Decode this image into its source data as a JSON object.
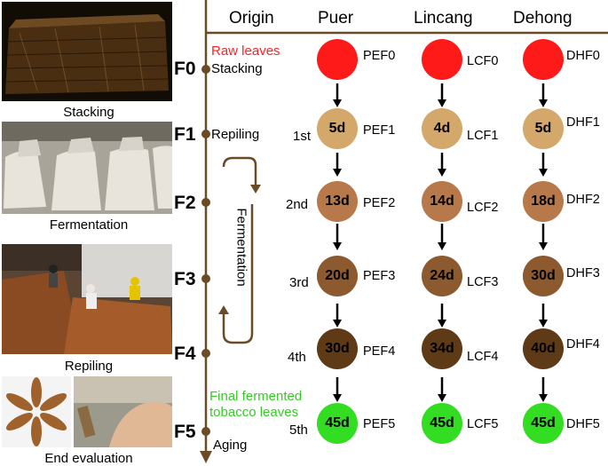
{
  "photos": [
    {
      "label": "Stacking"
    },
    {
      "label": "Fermentation"
    },
    {
      "label": "Repiling"
    },
    {
      "label": "End evaluation"
    }
  ],
  "header": {
    "origin": "Origin",
    "puer": "Puer",
    "lincang": "Lincang",
    "dehong": "Dehong"
  },
  "stages": [
    "F0",
    "F1",
    "F2",
    "F3",
    "F4",
    "F5"
  ],
  "steps": {
    "stacking": "Stacking",
    "repiling": "Repiling",
    "aging": "Aging"
  },
  "legend": {
    "raw": "Raw leaves",
    "final_line1": "Final fermented",
    "final_line2": "tobacco leaves"
  },
  "cycle_label": "Fermentation",
  "rounds": [
    "1st",
    "2nd",
    "3rd",
    "4th",
    "5th"
  ],
  "colors": {
    "raw": "#ff1a1a",
    "f1": "#d4a76a",
    "f2": "#b8794a",
    "f3": "#8c5a2e",
    "f4": "#5e3a17",
    "final": "#33dd22",
    "axis": "#6b4a26",
    "legend_raw": "#ff2222",
    "legend_final": "#33cc22"
  },
  "nodes": {
    "puer": [
      {
        "d": "",
        "label": "PEF0"
      },
      {
        "d": "5d",
        "label": "PEF1"
      },
      {
        "d": "13d",
        "label": "PEF2"
      },
      {
        "d": "20d",
        "label": "PEF3"
      },
      {
        "d": "30d",
        "label": "PEF4"
      },
      {
        "d": "45d",
        "label": "PEF5"
      }
    ],
    "lincang": [
      {
        "d": "",
        "label": "LCF0"
      },
      {
        "d": "4d",
        "label": "LCF1"
      },
      {
        "d": "14d",
        "label": "LCF2"
      },
      {
        "d": "24d",
        "label": "LCF3"
      },
      {
        "d": "34d",
        "label": "LCF4"
      },
      {
        "d": "45d",
        "label": "LCF5"
      }
    ],
    "dehong": [
      {
        "d": "",
        "label": "DHF0"
      },
      {
        "d": "5d",
        "label": "DHF1"
      },
      {
        "d": "18d",
        "label": "DHF2"
      },
      {
        "d": "30d",
        "label": "DHF3"
      },
      {
        "d": "40d",
        "label": "DHF4"
      },
      {
        "d": "45d",
        "label": "DHF5"
      }
    ]
  }
}
